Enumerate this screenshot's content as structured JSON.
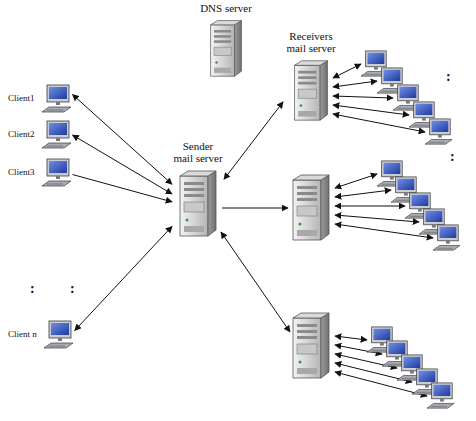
{
  "diagram": {
    "nodes": [
      {
        "text": [
          "DNS server"
        ]
      },
      {
        "text": [
          "Sender mail server"
        ]
      },
      {
        "text": [
          "Receivers mail server"
        ]
      },
      {
        "text": [
          "Client1"
        ]
      },
      {
        "text": [
          "Client2"
        ]
      },
      {
        "text": [
          "Client3"
        ]
      },
      {
        "text": [
          "Client n"
        ]
      }
    ],
    "edges": [
      {
        "from": 3,
        "to": 1,
        "arrow": "both"
      },
      {
        "from": 4,
        "to": 1,
        "arrow": "both"
      },
      {
        "from": 5,
        "to": 1,
        "arrow": "to"
      },
      {
        "from": 6,
        "to": 1,
        "arrow": "both"
      },
      {
        "from": 1,
        "to": 2,
        "arrow": "both"
      }
    ],
    "labels": [
      ":",
      ":",
      ":",
      ":"
    ]
  }
}
